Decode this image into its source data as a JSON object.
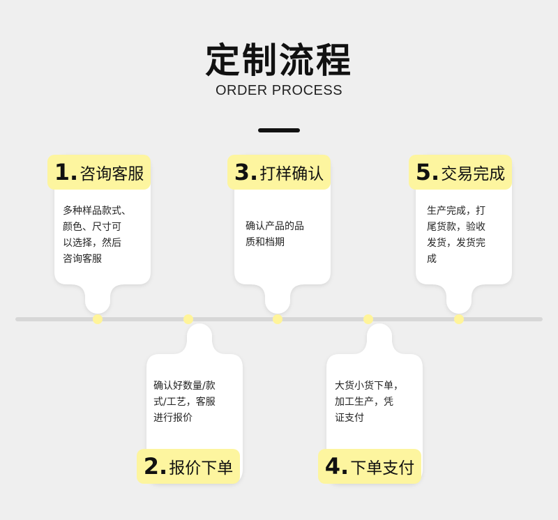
{
  "header": {
    "title": "定制流程",
    "subtitle": "ORDER PROCESS"
  },
  "colors": {
    "background": "#efefef",
    "card": "#ffffff",
    "accent_yellow": "#fdf59f",
    "dot_yellow": "#fff49a",
    "timeline": "#d7d7d7",
    "text": "#111111"
  },
  "steps": [
    {
      "number": "1.",
      "name": "咨询客服",
      "desc": [
        "多种样品款式、",
        "颜色、尺寸可",
        "以选择，然后",
        "咨询客服"
      ]
    },
    {
      "number": "2.",
      "name": "报价下单",
      "desc": [
        "确认好数量/款",
        "式/工艺，客服",
        "进行报价"
      ]
    },
    {
      "number": "3.",
      "name": "打样确认",
      "desc": [
        "确认产品的品",
        "质和档期"
      ]
    },
    {
      "number": "4.",
      "name": "下单支付",
      "desc": [
        "大货小货下单，",
        "加工生产，凭",
        "证支付"
      ]
    },
    {
      "number": "5.",
      "name": "交易完成",
      "desc": [
        "生产完成，打",
        "尾货款，验收",
        "发货，发货完",
        "成"
      ]
    }
  ]
}
